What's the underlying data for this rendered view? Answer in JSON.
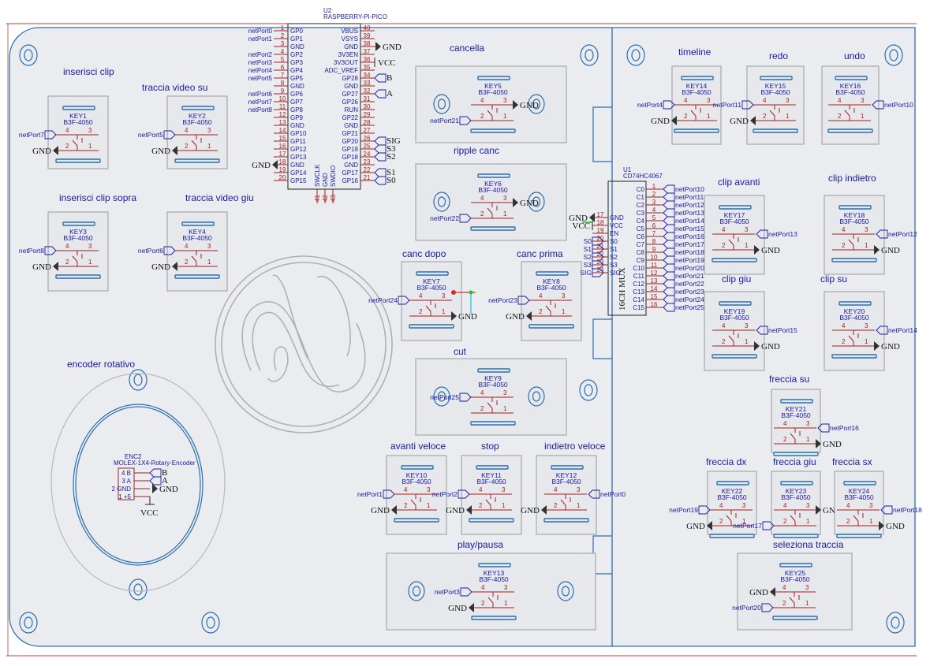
{
  "colors": {
    "board": "#ebecef",
    "outline": "#2a6fb0",
    "wire": "#a02020",
    "text": "#1a1aa0",
    "ground": "#333333"
  },
  "switch_part": "B3F-4050",
  "pin_labels": {
    "p4": "4",
    "p3": "3",
    "p2": "2",
    "p1": "1"
  },
  "power": {
    "gnd": "GND",
    "vcc": "VCC"
  },
  "keys": [
    {
      "title": "inserisci clip",
      "ref": "KEY1",
      "net": "netPort7"
    },
    {
      "title": "traccia video su",
      "ref": "KEY2",
      "net": "netPort5"
    },
    {
      "title": "inserisci clip sopra",
      "ref": "KEY3",
      "net": "netPort8"
    },
    {
      "title": "traccia video giu",
      "ref": "KEY4",
      "net": "netPort6"
    },
    {
      "title": "cancella",
      "ref": "KEY5",
      "net": "netPort21"
    },
    {
      "title": "ripple canc",
      "ref": "KEY6",
      "net": "netPort22"
    },
    {
      "title": "canc dopo",
      "ref": "KEY7",
      "net": "netPort24"
    },
    {
      "title": "canc prima",
      "ref": "KEY8",
      "net": "netPort23"
    },
    {
      "title": "cut",
      "ref": "KEY9",
      "net": "netPort25"
    },
    {
      "title": "avanti veloce",
      "ref": "KEY10",
      "net": "netPort1"
    },
    {
      "title": "stop",
      "ref": "KEY11",
      "net": "netPort2"
    },
    {
      "title": "indietro veloce",
      "ref": "KEY12",
      "net": "netPort0"
    },
    {
      "title": "play/pausa",
      "ref": "KEY13",
      "net": "netPort3"
    },
    {
      "title": "timeline",
      "ref": "KEY14",
      "net": "netPort4"
    },
    {
      "title": "redo",
      "ref": "KEY15",
      "net": "netPort11"
    },
    {
      "title": "undo",
      "ref": "KEY16",
      "net": "netPort10"
    },
    {
      "title": "clip avanti",
      "ref": "KEY17",
      "net": "netPort13"
    },
    {
      "title": "clip indietro",
      "ref": "KEY18",
      "net": "netPort12"
    },
    {
      "title": "clip giu",
      "ref": "KEY19",
      "net": "netPort15"
    },
    {
      "title": "clip su",
      "ref": "KEY20",
      "net": "netPort14"
    },
    {
      "title": "freccia su",
      "ref": "KEY21",
      "net": "netPort16"
    },
    {
      "title": "freccia dx",
      "ref": "KEY22",
      "net": "netPort19"
    },
    {
      "title": "freccia giu",
      "ref": "KEY23",
      "net": "netPort17"
    },
    {
      "title": "freccia sx",
      "ref": "KEY24",
      "net": "netPort18"
    },
    {
      "title": "seleziona traccia",
      "ref": "KEY25",
      "net": "netPort20"
    }
  ],
  "pico": {
    "ref": "U2",
    "part": "RASPBERRY-PI-PICO",
    "left": [
      {
        "net": "netPort0",
        "num": "1",
        "pin": "GP0"
      },
      {
        "net": "netPort1",
        "num": "2",
        "pin": "GP1"
      },
      {
        "net": "",
        "num": "3",
        "pin": "GND"
      },
      {
        "net": "netPort2",
        "num": "4",
        "pin": "GP2"
      },
      {
        "net": "netPort3",
        "num": "5",
        "pin": "GP3"
      },
      {
        "net": "netPort4",
        "num": "6",
        "pin": "GP4"
      },
      {
        "net": "netPort5",
        "num": "7",
        "pin": "GP5"
      },
      {
        "net": "",
        "num": "8",
        "pin": "GND"
      },
      {
        "net": "netPort6",
        "num": "9",
        "pin": "GP6"
      },
      {
        "net": "netPort7",
        "num": "10",
        "pin": "GP7"
      },
      {
        "net": "netPort8",
        "num": "11",
        "pin": "GP8"
      },
      {
        "net": "",
        "num": "12",
        "pin": "GP9"
      },
      {
        "net": "",
        "num": "13",
        "pin": "GND"
      },
      {
        "net": "",
        "num": "14",
        "pin": "GP10"
      },
      {
        "net": "",
        "num": "15",
        "pin": "GP11"
      },
      {
        "net": "",
        "num": "16",
        "pin": "GP12"
      },
      {
        "net": "",
        "num": "17",
        "pin": "GP13"
      },
      {
        "net": "GND",
        "num": "18",
        "pin": "GND"
      },
      {
        "net": "",
        "num": "19",
        "pin": "GP14"
      },
      {
        "net": "",
        "num": "20",
        "pin": "GP15"
      }
    ],
    "right": [
      {
        "pin": "VBUS",
        "num": "40",
        "net": ""
      },
      {
        "pin": "VSYS",
        "num": "39",
        "net": ""
      },
      {
        "pin": "GND",
        "num": "38",
        "net": "GND"
      },
      {
        "pin": "3V3EN",
        "num": "37",
        "net": ""
      },
      {
        "pin": "3V3OUT",
        "num": "36",
        "net": "VCC"
      },
      {
        "pin": "ADC_VREF",
        "num": "35",
        "net": ""
      },
      {
        "pin": "GP28",
        "num": "34",
        "net": "B"
      },
      {
        "pin": "GND",
        "num": "33",
        "net": ""
      },
      {
        "pin": "GP27",
        "num": "32",
        "net": "A"
      },
      {
        "pin": "GP26",
        "num": "31",
        "net": ""
      },
      {
        "pin": "RUN",
        "num": "30",
        "net": ""
      },
      {
        "pin": "GP22",
        "num": "29",
        "net": ""
      },
      {
        "pin": "GND",
        "num": "28",
        "net": ""
      },
      {
        "pin": "GP21",
        "num": "27",
        "net": ""
      },
      {
        "pin": "GP20",
        "num": "26",
        "net": "SIG"
      },
      {
        "pin": "GP19",
        "num": "25",
        "net": "S3"
      },
      {
        "pin": "GP18",
        "num": "24",
        "net": "S2"
      },
      {
        "pin": "GND",
        "num": "23",
        "net": ""
      },
      {
        "pin": "GP17",
        "num": "22",
        "net": "S1"
      },
      {
        "pin": "GP16",
        "num": "21",
        "net": "S0"
      }
    ],
    "bottom": [
      {
        "num": "41",
        "pin": "SWCLK"
      },
      {
        "num": "42",
        "pin": "GND"
      },
      {
        "num": "43",
        "pin": "SWDIO"
      }
    ]
  },
  "mux": {
    "ref": "U1",
    "part": "CD74HC4067",
    "body_label": "16CH MUX",
    "left": [
      {
        "net": "GND",
        "num": "17",
        "pin": "GND"
      },
      {
        "net": "VCC",
        "num": "18",
        "pin": "VCC"
      },
      {
        "net": "",
        "num": "19",
        "pin": "EN"
      },
      {
        "net": "S0",
        "num": "20",
        "pin": "S0"
      },
      {
        "net": "S1",
        "num": "21",
        "pin": "S1"
      },
      {
        "net": "S2",
        "num": "22",
        "pin": "S2"
      },
      {
        "net": "S3",
        "num": "23",
        "pin": "S3"
      },
      {
        "net": "SIG",
        "num": "24",
        "pin": "SIG"
      }
    ],
    "right": [
      {
        "pin": "C0",
        "num": "1",
        "net": "netPort10"
      },
      {
        "pin": "C1",
        "num": "2",
        "net": "netPort11"
      },
      {
        "pin": "C2",
        "num": "3",
        "net": "netPort12"
      },
      {
        "pin": "C3",
        "num": "4",
        "net": "netPort13"
      },
      {
        "pin": "C4",
        "num": "5",
        "net": "netPort14"
      },
      {
        "pin": "C5",
        "num": "6",
        "net": "netPort15"
      },
      {
        "pin": "C6",
        "num": "7",
        "net": "netPort16"
      },
      {
        "pin": "C7",
        "num": "8",
        "net": "netPort17"
      },
      {
        "pin": "C8",
        "num": "9",
        "net": "netPort18"
      },
      {
        "pin": "C9",
        "num": "10",
        "net": "netPort19"
      },
      {
        "pin": "C10",
        "num": "11",
        "net": "netPort20"
      },
      {
        "pin": "C11",
        "num": "12",
        "net": "netPort21"
      },
      {
        "pin": "C12",
        "num": "13",
        "net": "netPort22"
      },
      {
        "pin": "C13",
        "num": "14",
        "net": "netPort23"
      },
      {
        "pin": "C14",
        "num": "15",
        "net": "netPort24"
      },
      {
        "pin": "C15",
        "num": "16",
        "net": "netPort25"
      }
    ]
  },
  "encoder": {
    "title": "encoder rotativo",
    "ref": "ENC2",
    "part": "MOLEX-1X4-Rotary-Encoder",
    "pins": [
      {
        "num": "4",
        "pin": "B",
        "net": "B"
      },
      {
        "num": "3",
        "pin": "A",
        "net": "A"
      },
      {
        "num": "2",
        "pin": "GND",
        "net": "GND"
      },
      {
        "num": "1",
        "pin": "+5",
        "net": "VCC"
      }
    ]
  }
}
